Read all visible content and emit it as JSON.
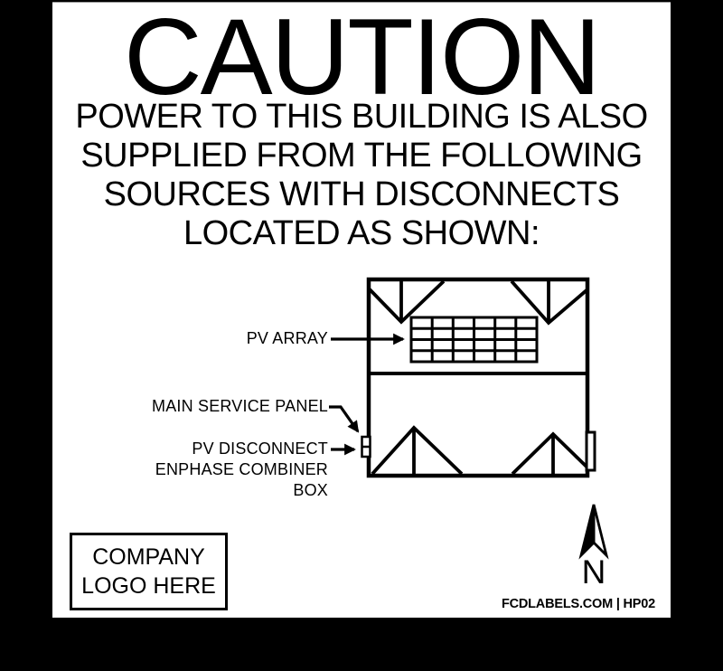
{
  "sign": {
    "title": "CAUTION",
    "message_lines": [
      "POWER TO THIS BUILDING IS ALSO",
      "SUPPLIED FROM THE FOLLOWING",
      "SOURCES WITH DISCONNECTS",
      "LOCATED AS SHOWN:"
    ],
    "callouts": {
      "pv_array": "PV ARRAY",
      "main_service_panel": "MAIN SERVICE PANEL",
      "pv_disconnect_line1": "PV DISCONNECT",
      "pv_disconnect_line2": "ENPHASE COMBINER",
      "pv_disconnect_line3": "BOX"
    },
    "compass_letter": "N",
    "logo_placeholder_line1": "COMPANY",
    "logo_placeholder_line2": "LOGO HERE",
    "footer_code": "FCDLABELS.COM | HP02",
    "colors": {
      "background": "#000000",
      "label_background": "#ffffff",
      "ink": "#000000"
    }
  }
}
